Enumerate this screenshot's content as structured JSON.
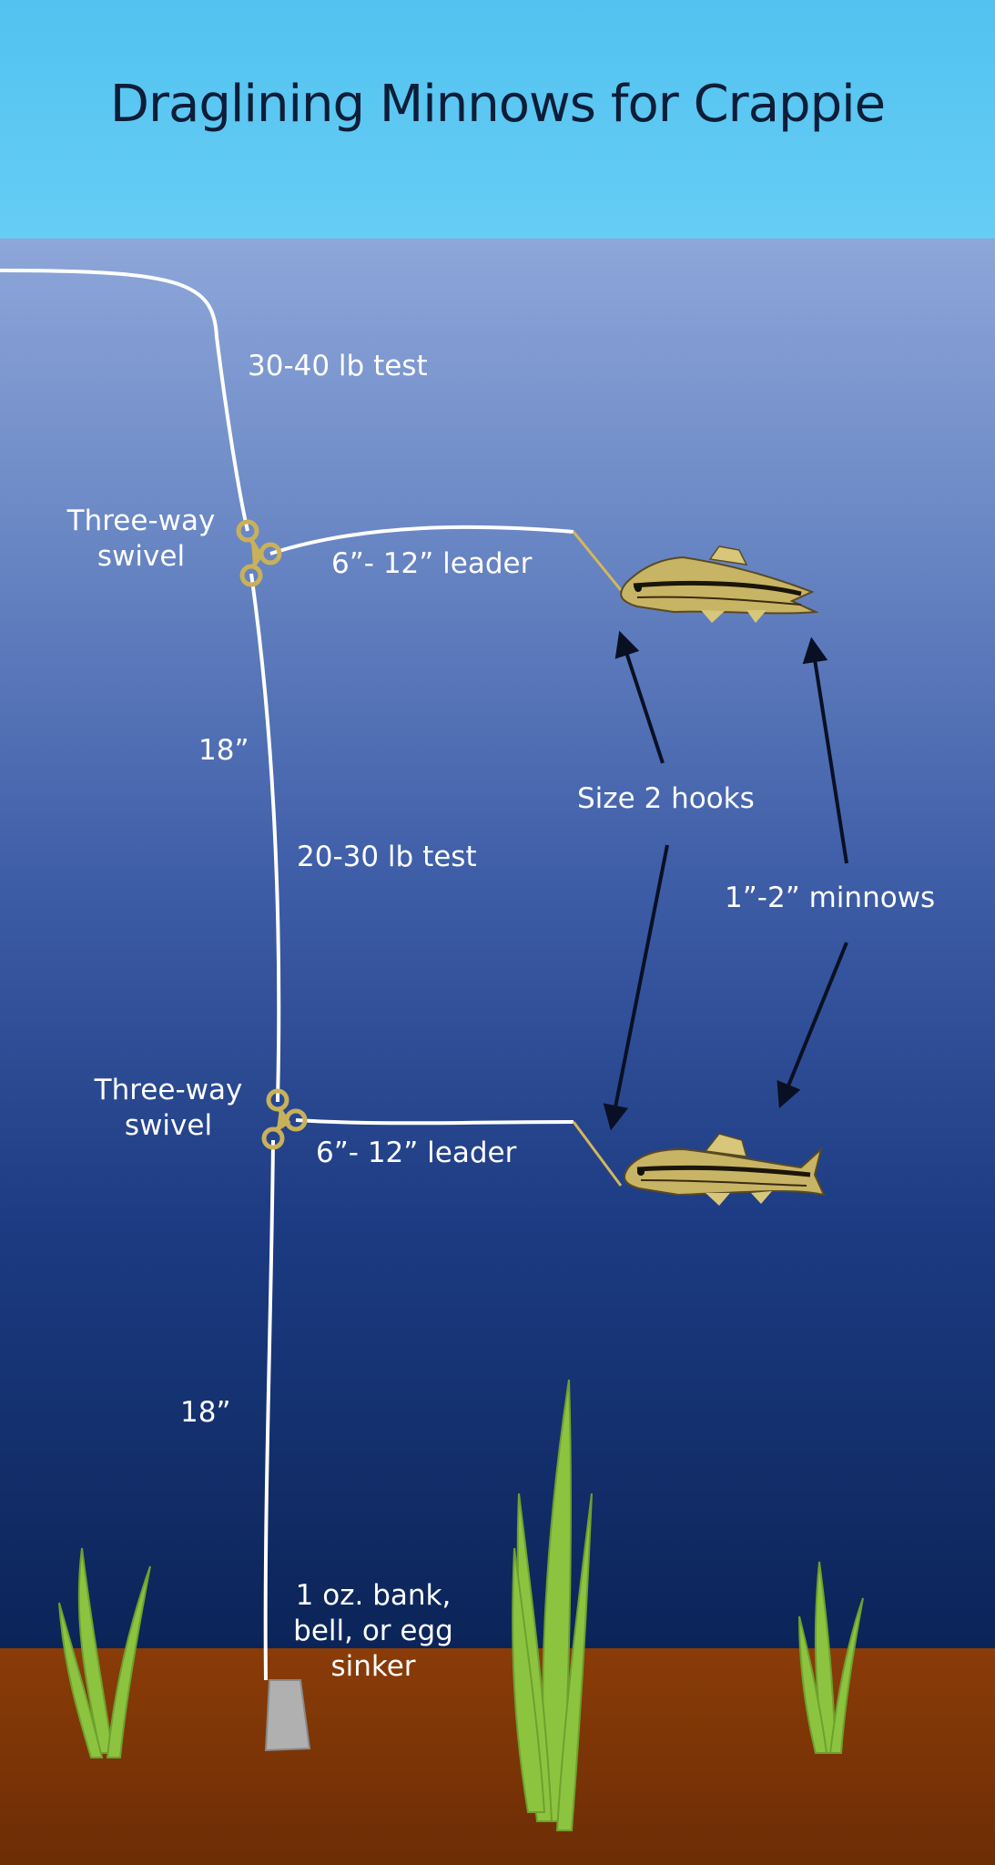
{
  "title": "Draglining Minnows for Crappie",
  "labels": {
    "main_line_test": "30-40 lb test",
    "upper_swivel": "Three-way\nswivel",
    "upper_leader": "6”- 12” leader",
    "upper_spacing": "18”",
    "lower_line_test": "20-30 lb test",
    "hooks": "Size 2 hooks",
    "minnows": "1”-2” minnows",
    "lower_swivel": "Three-way\nswivel",
    "lower_leader": "6”- 12” leader",
    "lower_spacing": "18”",
    "sinker": "1 oz. bank,\nbell, or egg\nsinker"
  },
  "colors": {
    "sky": "#5bc8f2",
    "water_top": "#8aa2d6",
    "water_deep": "#0c2860",
    "bottom": "#7a3508",
    "line": "#ffffff",
    "swivel": "#c9b15a",
    "weed": "#8cc440",
    "sinker": "#b0b0b0",
    "arrow": "#0a1024"
  }
}
